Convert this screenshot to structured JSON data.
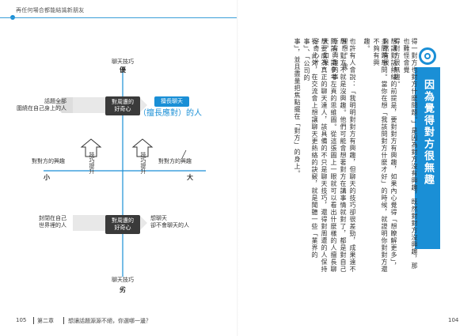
{
  "header": {
    "title": "再任何場合都能結識新朋友"
  },
  "diagram": {
    "top_axis": "聊天技巧",
    "top_label": "優",
    "bottom_axis": "聊天技巧",
    "bottom_label": "劣",
    "left_label": "小",
    "right_label": "大",
    "top_left_text": "話題全部\n圍繞在自己身上的人",
    "top_pill": "對周遭的\n好奇心",
    "top_right_pill": "擅長聊天",
    "top_right_blue": "（擅長應對）的人",
    "left_mid_text": "對對方的興趣",
    "right_mid_text": "對對方的興趣",
    "up_left_arrow": "技巧提升",
    "up_right_arrow": "技巧提升",
    "bottom_left_text": "封閉在自己\n世界裡的人",
    "bottom_pill": "對周遭的\n好奇心",
    "bottom_right_text": "想聊天\n卻不會聊天的人"
  },
  "right_page": {
    "heading": "因為覺得對方很無趣",
    "columns": [
      "得一對方也對方什麼問題。」是因為對方沒有興趣，既然對對方沒興趣，那也難怪會覺",
      "得對方很無趣。",
      "想讓對話熱絡的前提是，要對對方有興趣，如果內心覺得「想瞭解更多」，自然有很",
      "多問題想問。當你在想「我該問對方什麼才好」的時候，就證明你對對方還不夠有興",
      "趣。",
      "",
      "也許有人會說：「我明明對對方有興趣，但聊天的技巧卻很差勁，成果遠不理想。」我",
      "想，對方不就是沒興趣。他們可能會想著對方在講事情就對了，都是對自己所有興趣的事",
      "問話，請參考左頁的思維圖。從這張圖上一眼就可以看出什麼樣的人擅長聊天。如果",
      "想要成為真正的聊天達人，該具備的不只是聊天技巧，還得對周遭的人保持好奇心才",
      "行。此外，在交流會上想讓聊天更熱絡的訣竅，就是聞聽一些「業界的事」、「公司的",
      "事」，並且盡量把焦點擺在「對方」的身上。"
    ]
  },
  "footer": {
    "left_page_number": "105",
    "chapter": "第二章",
    "chapter_title": "想讓話題源源不絕，你選哪一邊？",
    "right_page_number": "104"
  }
}
